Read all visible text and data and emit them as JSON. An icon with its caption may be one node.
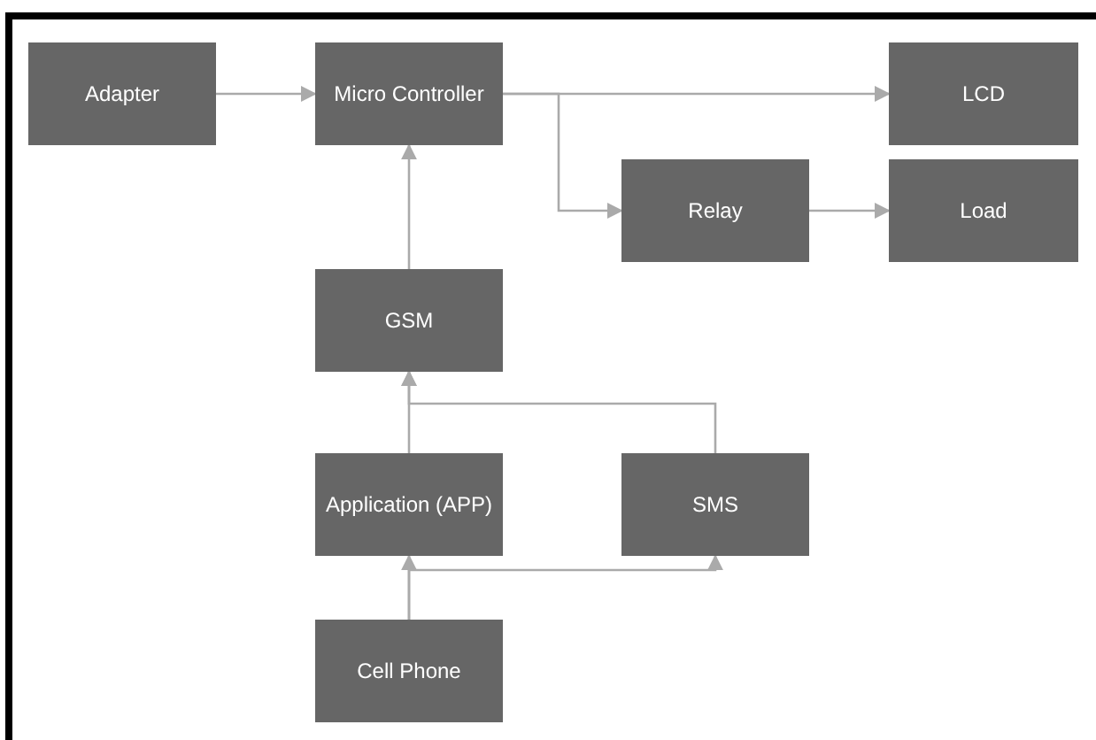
{
  "diagram": {
    "nodes": [
      {
        "text": [
          "Adapter"
        ]
      },
      {
        "text": [
          "Micro Controller"
        ]
      },
      {
        "text": [
          "LCD"
        ]
      },
      {
        "text": [
          "Relay"
        ]
      },
      {
        "text": [
          "Load"
        ]
      },
      {
        "text": [
          "GSM"
        ]
      },
      {
        "text": [
          "Application (APP)"
        ]
      },
      {
        "text": [
          "SMS"
        ]
      },
      {
        "text": [
          "Cell Phone"
        ]
      }
    ],
    "edges": [
      {
        "from": 0,
        "to": 1,
        "arrow": "to"
      },
      {
        "from": 1,
        "to": 2,
        "arrow": "to"
      },
      {
        "from": 1,
        "to": 3,
        "arrow": "to"
      },
      {
        "from": 3,
        "to": 4,
        "arrow": "to"
      },
      {
        "from": 5,
        "to": 1,
        "arrow": "to"
      },
      {
        "from": 6,
        "to": 5,
        "arrow": "to"
      },
      {
        "from": 7,
        "to": 5,
        "arrow": "to"
      },
      {
        "from": 8,
        "to": 6,
        "arrow": "to"
      },
      {
        "from": 8,
        "to": 7,
        "arrow": "to"
      }
    ]
  }
}
